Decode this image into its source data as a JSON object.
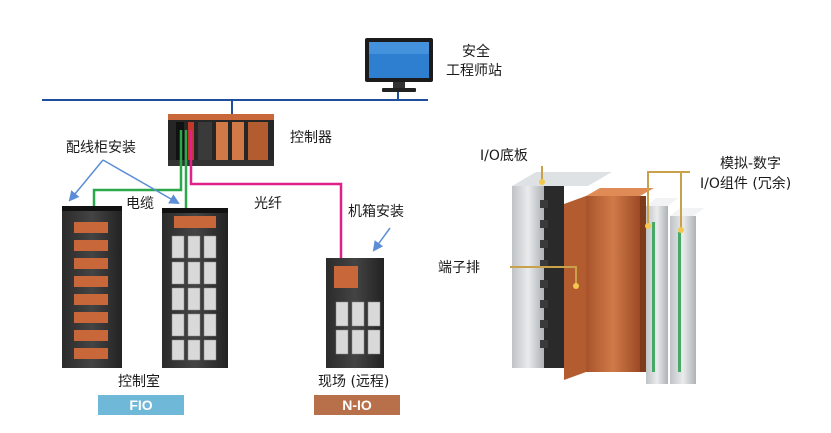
{
  "labels": {
    "workstation": [
      "安全",
      "工程师站"
    ],
    "controller": "控制器",
    "cabinet_install": "配线柜安装",
    "cable": "电缆",
    "fiber": "光纤",
    "chassis_install": "机箱安装",
    "control_room": "控制室",
    "field_remote": "现场 (远程)",
    "baseplate": "I/O底板",
    "terminal_block": "端子排",
    "module": [
      "模拟-数字",
      "I/O组件 (冗余)"
    ]
  },
  "badges": {
    "fio": "FIO",
    "nio": "N-IO"
  },
  "colors": {
    "bus": "#1f4e9c",
    "cable": "#2aa84a",
    "fiber": "#e0218a",
    "arrow": "#5b8ed6",
    "fio_badge": "#6fb8d8",
    "nio_badge": "#b8704a",
    "module_orange": "#c8683a",
    "callout_gold": "#c9a14a"
  },
  "icons": [
    "monitor-icon"
  ]
}
